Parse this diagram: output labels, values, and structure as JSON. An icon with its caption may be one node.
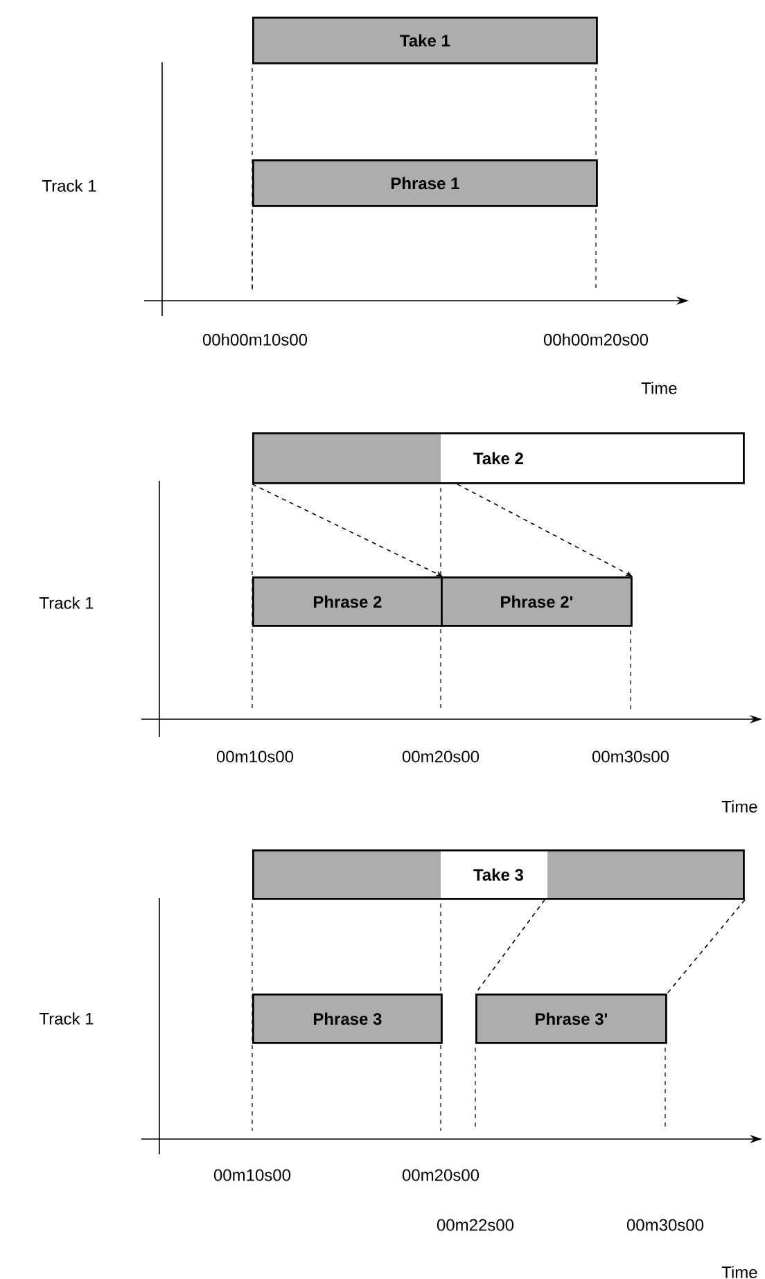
{
  "diagram": {
    "nodes": [
      {
        "text": [
          "Take 1"
        ]
      },
      {
        "text": [
          "Phrase 1"
        ]
      },
      {
        "text": [
          "Take 2"
        ]
      },
      {
        "text": [
          "Phrase 2"
        ]
      },
      {
        "text": [
          "Phrase 2'"
        ]
      },
      {
        "text": [
          "Take 3"
        ]
      },
      {
        "text": [
          "Phrase 3"
        ]
      },
      {
        "text": [
          "Phrase 3'"
        ]
      }
    ],
    "edges": [
      {
        "from": 2,
        "to": 3,
        "arrow": "to",
        "style": "dashed"
      },
      {
        "from": 2,
        "to": 4,
        "arrow": "to",
        "style": "dashed"
      },
      {
        "from": 5,
        "to": 7,
        "arrow": "none",
        "style": "dashed"
      },
      {
        "from": 5,
        "to": 7,
        "arrow": "none",
        "style": "dashed"
      }
    ],
    "labels": [
      "Track 1",
      "00h00m10s00",
      "00h00m20s00",
      "Time",
      "Track 1",
      "00m10s00",
      "00m20s00",
      "00m30s00",
      "Time",
      "Track 1",
      "00m10s00",
      "00m20s00",
      "00m22s00",
      "00m30s00",
      "Time"
    ]
  }
}
